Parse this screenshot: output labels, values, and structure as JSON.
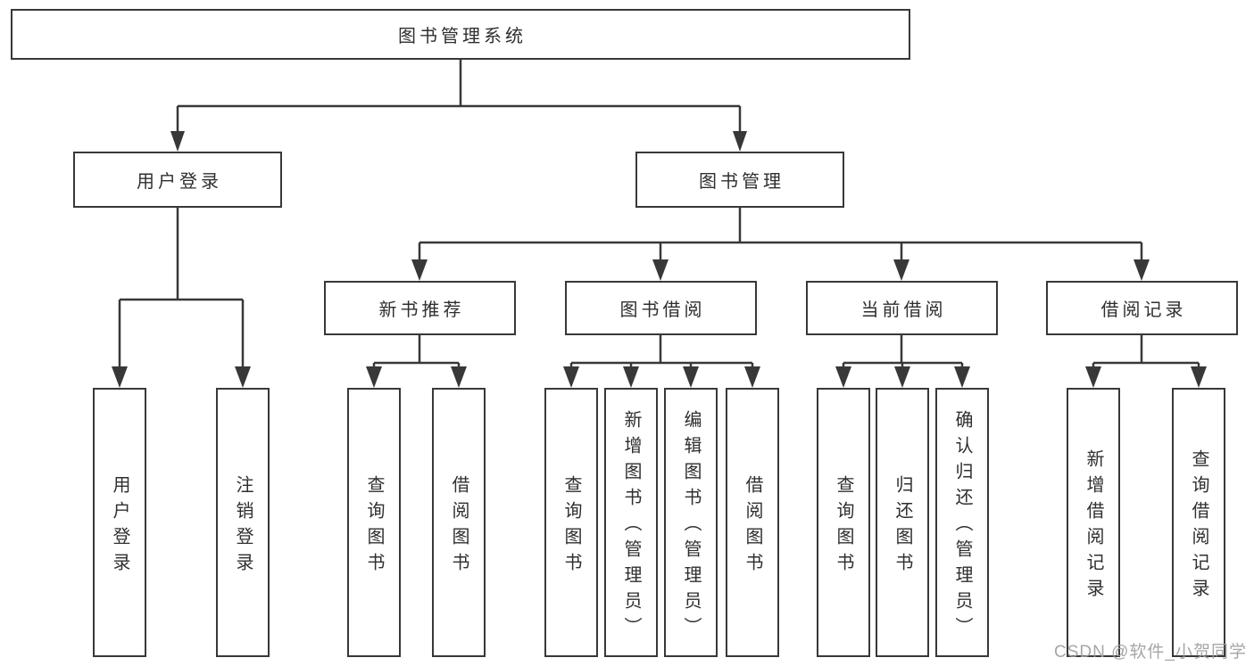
{
  "diagram": {
    "tree": {
      "root": {
        "label": "图书管理系统",
        "children": [
          {
            "label": "用户登录",
            "children": [
              {
                "label": "用户登录"
              },
              {
                "label": "注销登录"
              }
            ]
          },
          {
            "label": "图书管理",
            "children": [
              {
                "label": "新书推荐",
                "children": [
                  {
                    "label": "查询图书"
                  },
                  {
                    "label": "借阅图书"
                  }
                ]
              },
              {
                "label": "图书借阅",
                "children": [
                  {
                    "label": "查询图书"
                  },
                  {
                    "label": "新增图书（管理员）"
                  },
                  {
                    "label": "编辑图书（管理员）"
                  },
                  {
                    "label": "借阅图书"
                  }
                ]
              },
              {
                "label": "当前借阅",
                "children": [
                  {
                    "label": "查询图书"
                  },
                  {
                    "label": "归还图书"
                  },
                  {
                    "label": "确认归还（管理员）"
                  }
                ]
              },
              {
                "label": "借阅记录",
                "children": [
                  {
                    "label": "新增借阅记录"
                  },
                  {
                    "label": "查询借阅记录"
                  }
                ]
              }
            ]
          }
        ]
      }
    },
    "colors": {
      "line": "#383838",
      "box_border": "#383838",
      "text": "#2f2f2f",
      "watermark": "#9e9e9e",
      "background": "#ffffff"
    }
  },
  "watermark": {
    "text": "CSDN @软件_小贺同学"
  }
}
